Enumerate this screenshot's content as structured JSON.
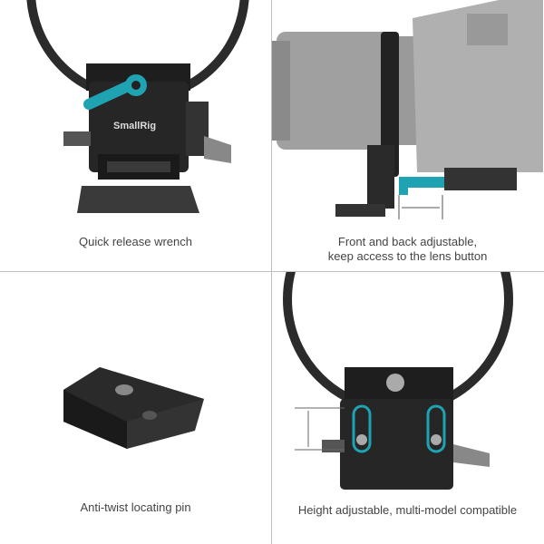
{
  "panels": [
    {
      "caption": "Quick release wrench",
      "brand": "SmallRig"
    },
    {
      "caption_line1": "Front and back adjustable,",
      "caption_line2": "keep access to the lens button"
    },
    {
      "caption": "Anti-twist locating pin"
    },
    {
      "caption": "Height adjustable, multi-model compatible"
    }
  ],
  "colors": {
    "highlight": "#1fa3b3",
    "metal": "#2a2a2a",
    "divider": "#bdbdbd"
  }
}
